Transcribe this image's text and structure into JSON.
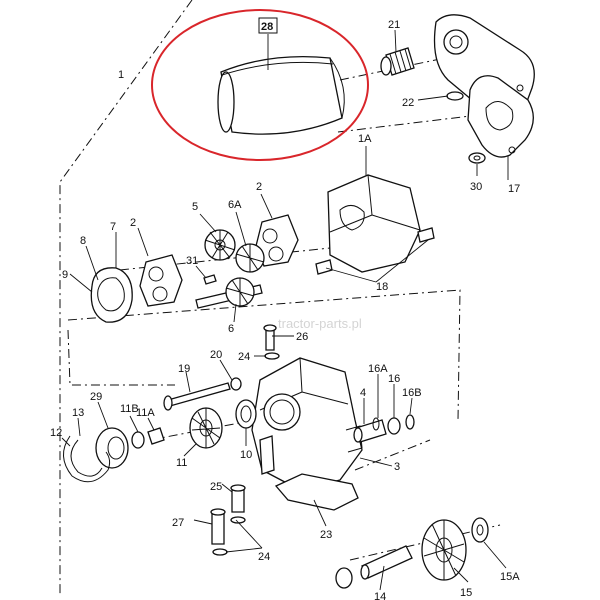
{
  "highlight_color": "#d9262b",
  "watermark": "tractor-parts.pl",
  "labels": {
    "p28": "28",
    "p1": "1",
    "p21": "21",
    "p22": "22",
    "p30": "30",
    "p17": "17",
    "p1A": "1A",
    "p2_top": "2",
    "p5": "5",
    "p6A": "6A",
    "p7": "7",
    "p2_left": "2",
    "p8": "8",
    "p9": "9",
    "p31": "31",
    "p6": "6",
    "p18": "18",
    "p26": "26",
    "p20": "20",
    "p24_top": "24",
    "p19": "19",
    "p16A": "16A",
    "p16": "16",
    "p16B": "16B",
    "p29": "29",
    "p11B": "11B",
    "p11A": "11A",
    "p13": "13",
    "p12": "12",
    "p4": "4",
    "p11": "11",
    "p10": "10",
    "p3": "3",
    "p25": "25",
    "p23": "23",
    "p27": "27",
    "p24_bottom": "24",
    "p14": "14",
    "p15": "15",
    "p15A": "15A"
  }
}
